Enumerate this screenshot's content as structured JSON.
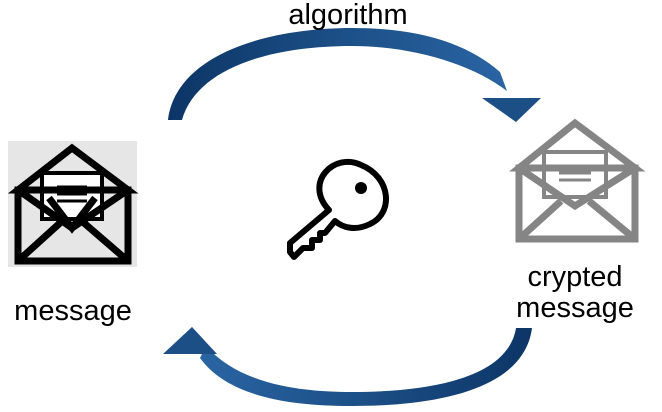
{
  "diagram": {
    "top_label": "algorithm",
    "left_label": "message",
    "right_label_line1": "crypted",
    "right_label_line2": "message"
  },
  "colors": {
    "arrow": "#1b4f86",
    "arrow_shade": "#0d3566",
    "plain_envelope": "#000000",
    "plain_envelope_bg": "#e6e6e6",
    "crypted_envelope": "#858585",
    "key": "#000000"
  },
  "icons": {
    "left": "open-envelope-icon",
    "center": "key-icon",
    "right": "open-envelope-icon"
  }
}
